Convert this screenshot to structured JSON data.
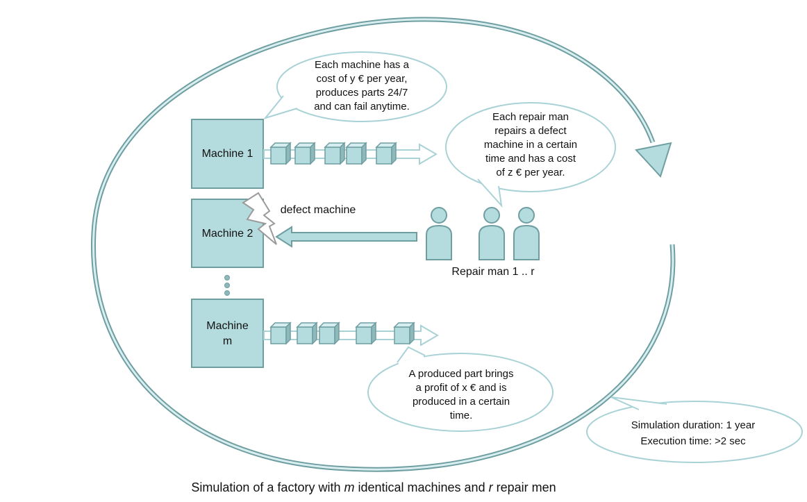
{
  "machines": {
    "m1": "Machine 1",
    "m2": "Machine 2",
    "m3": [
      "Machine",
      "m"
    ]
  },
  "bubbles": {
    "machine_info": [
      "Each machine has a",
      "cost of y € per year,",
      "produces parts 24/7",
      "and can fail anytime."
    ],
    "repair_info": [
      "Each repair man",
      "repairs a defect",
      "machine in a certain",
      "time and has a cost",
      "of z € per year."
    ],
    "part_info": [
      "A produced part brings",
      "a profit of x € and is",
      "produced in a certain",
      "time."
    ],
    "simulation": [
      "Simulation duration: 1 year",
      "Execution time: >2 sec"
    ]
  },
  "labels": {
    "defect": "defect machine",
    "repair_men": "Repair man 1 .. r"
  },
  "caption": {
    "part1": "Simulation of a factory with ",
    "m": "m",
    "part2": " identical machines and ",
    "r": "r",
    "part3": " repair men"
  },
  "colors": {
    "fill": "#b4dcde",
    "stroke": "#6f9ea1",
    "bubble_stroke": "#a8d2d6"
  }
}
